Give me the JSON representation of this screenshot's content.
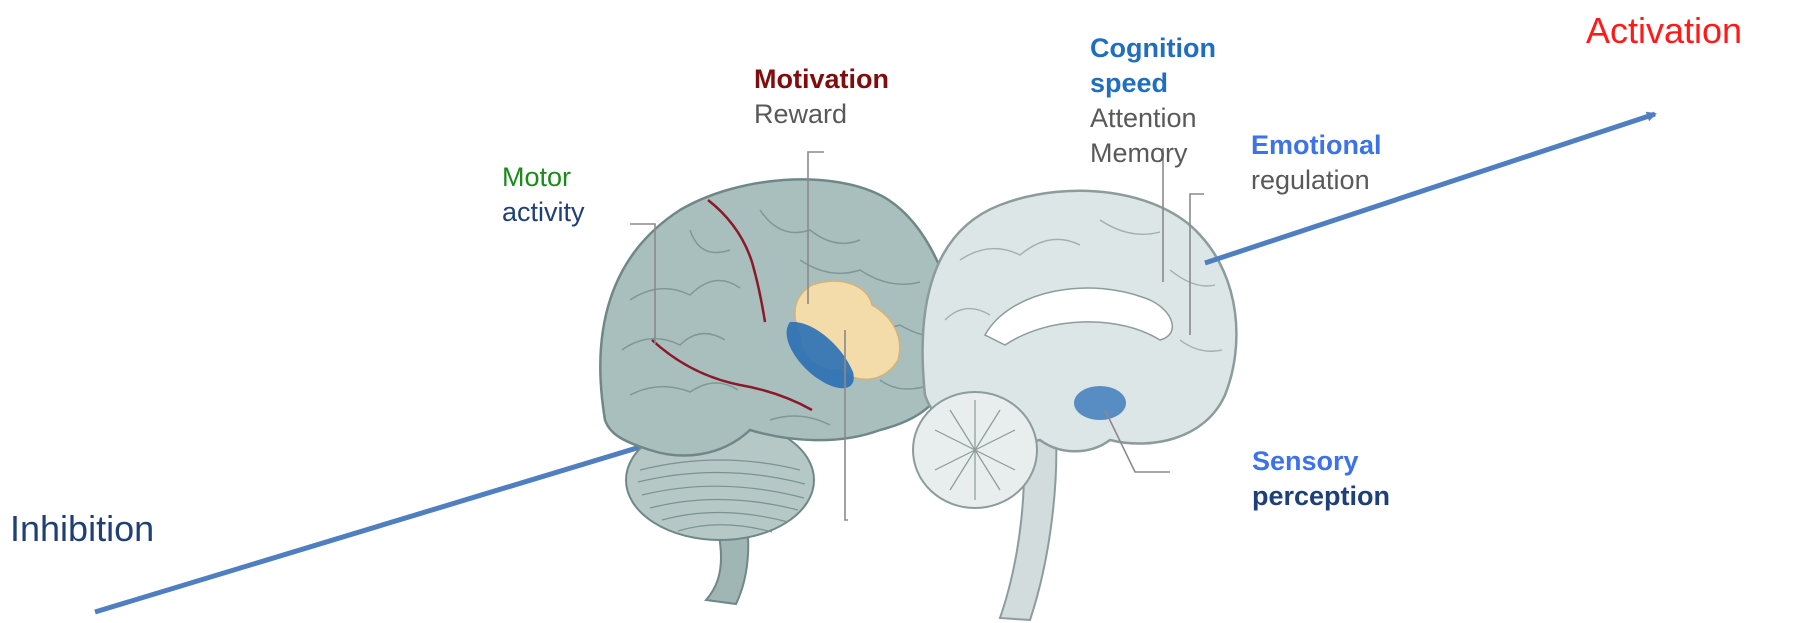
{
  "axis": {
    "start_label": "Inhibition",
    "end_label": "Activation"
  },
  "labels": {
    "motor": {
      "line1": "Motor",
      "line2": "activity"
    },
    "motivation": {
      "title": "Motivation",
      "sub": "Reward"
    },
    "cognition": {
      "line1": "Cognition",
      "line2": "speed",
      "sub1": "Attention",
      "sub2": "Memory"
    },
    "emotional": {
      "title": "Emotional",
      "sub": "regulation"
    },
    "sensory": {
      "line1": "Sensory",
      "line2": "perception"
    }
  },
  "colors": {
    "arrow": "#4f7fc0",
    "activation": "#ff1a1a",
    "inhibition": "#1f3f78",
    "motor_title": "#1a8a1a",
    "motor_sub": "#1f3f78",
    "motivation": "#7f0d0d",
    "cognition": "#1f6ebf",
    "emotional": "#3d72e8",
    "sensory_title": "#3d72e8",
    "sensory_sub": "#1f3f78",
    "grey_text": "#595959",
    "brain_fill": "#a9bfbd",
    "brain_medial_fill": "#dde6e6",
    "reward_region": "#f3dcaa",
    "highlight_region": "#2a6fb5",
    "artery": "#8a1a2a"
  }
}
